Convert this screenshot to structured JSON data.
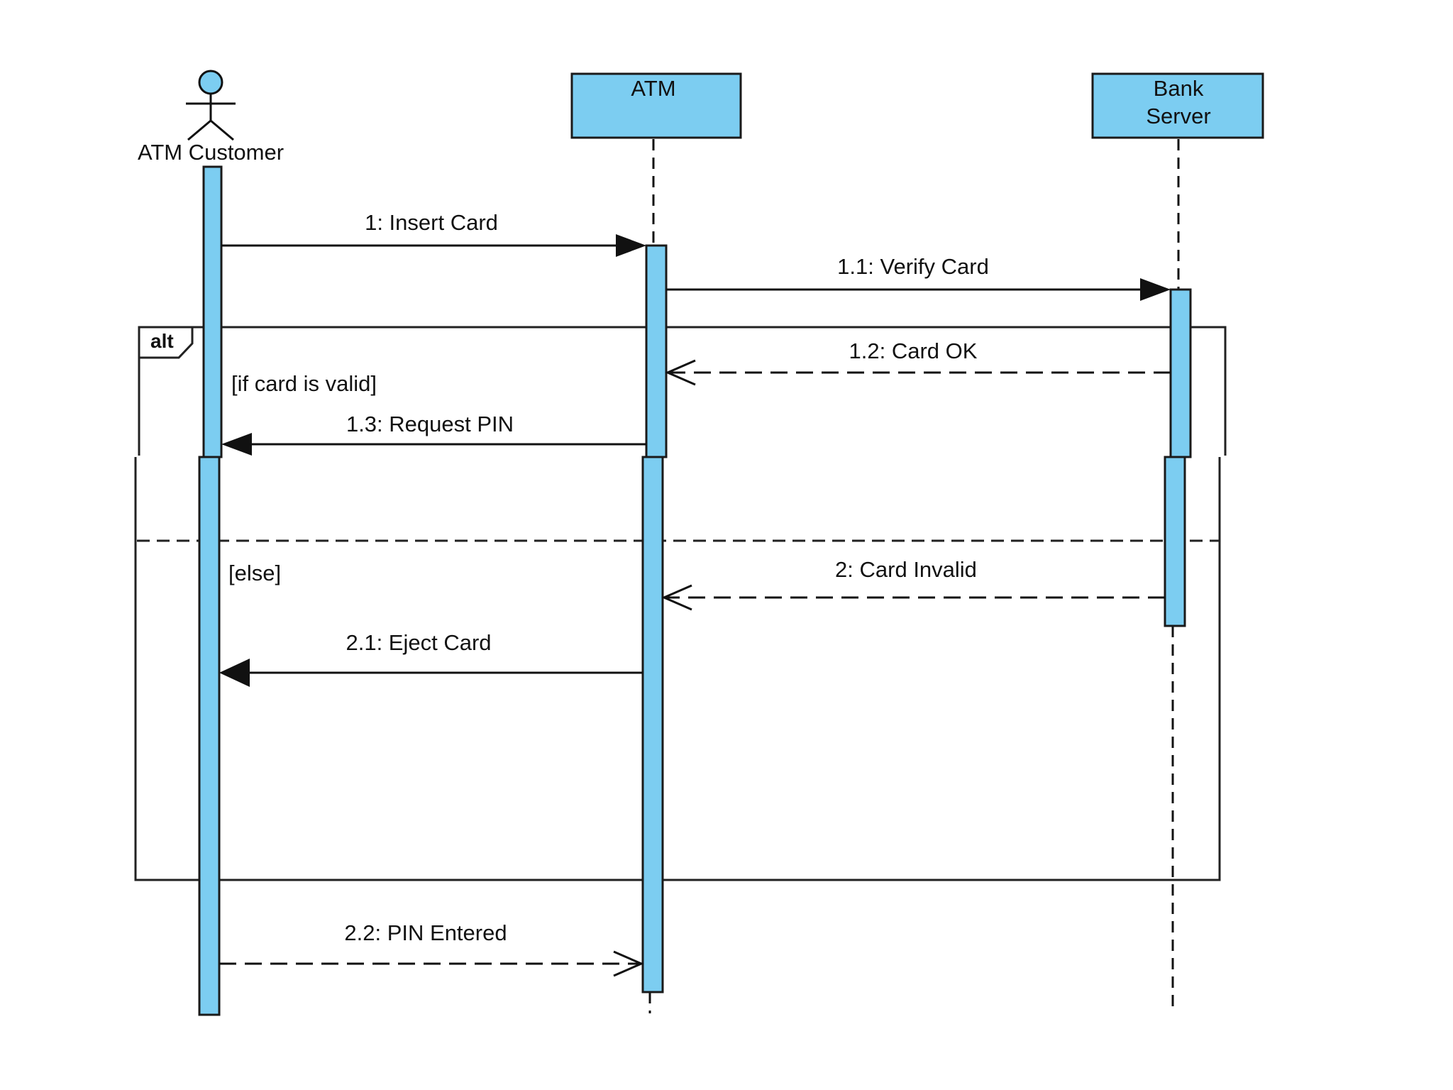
{
  "lifelines": {
    "customer": {
      "label": "ATM Customer",
      "kind": "actor"
    },
    "atm": {
      "label": "ATM",
      "kind": "object"
    },
    "bank": {
      "label_line1": "Bank",
      "label_line2": "Server",
      "kind": "object"
    }
  },
  "fragment": {
    "operator": "alt",
    "guard_1": "[if card is valid]",
    "guard_2": "[else]"
  },
  "messages": {
    "m1": "1: Insert Card",
    "m1_1": "1.1: Verify Card",
    "m1_2": "1.2: Card OK",
    "m1_3": "1.3: Request PIN",
    "m2": "2: Card Invalid",
    "m2_1": "2.1: Eject Card",
    "m2_2": "2.2: PIN Entered"
  },
  "colors": {
    "fill": "#7ccdf1",
    "stroke": "#1a1a1a",
    "background": "#ffffff"
  }
}
